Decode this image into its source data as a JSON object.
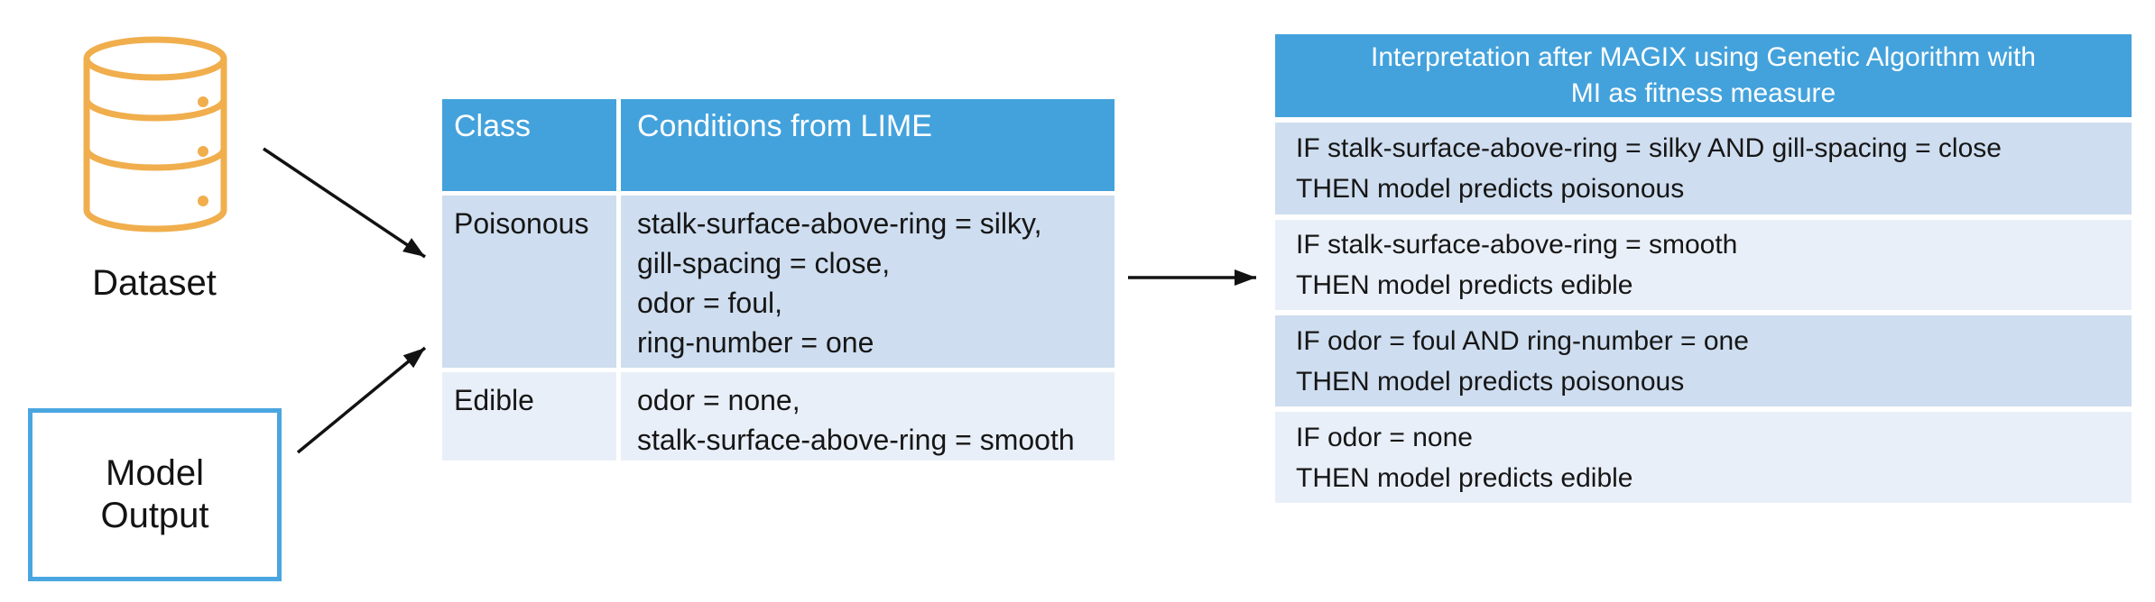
{
  "colors": {
    "header-blue": "#43A2DC",
    "band-dark": "#CEDDEF",
    "band-light": "#E9EFF8",
    "border-blue": "#4AA6E0",
    "orange": "#F0AE4D",
    "arrow": "#121212"
  },
  "dataset": {
    "label": "Dataset",
    "icon": "database-icon"
  },
  "model_output": {
    "label": "Model\nOutput"
  },
  "lime_table": {
    "headers": [
      "Class",
      "Conditions from LIME"
    ],
    "rows": [
      {
        "class": "Poisonous",
        "conditions": "stalk-surface-above-ring = silky,\ngill-spacing = close,\nodor = foul,\nring-number = one"
      },
      {
        "class": "Edible",
        "conditions": "odor = none,\nstalk-surface-above-ring = smooth"
      }
    ]
  },
  "magix_table": {
    "title": "Interpretation after MAGIX using Genetic Algorithm with\nMI  as fitness measure",
    "rules": [
      "IF stalk-surface-above-ring = silky AND gill-spacing = close\nTHEN model predicts poisonous",
      "IF stalk-surface-above-ring = smooth\nTHEN model predicts edible",
      "IF odor = foul AND ring-number = one\nTHEN model predicts poisonous",
      "IF odor = none\nTHEN model predicts edible"
    ]
  }
}
